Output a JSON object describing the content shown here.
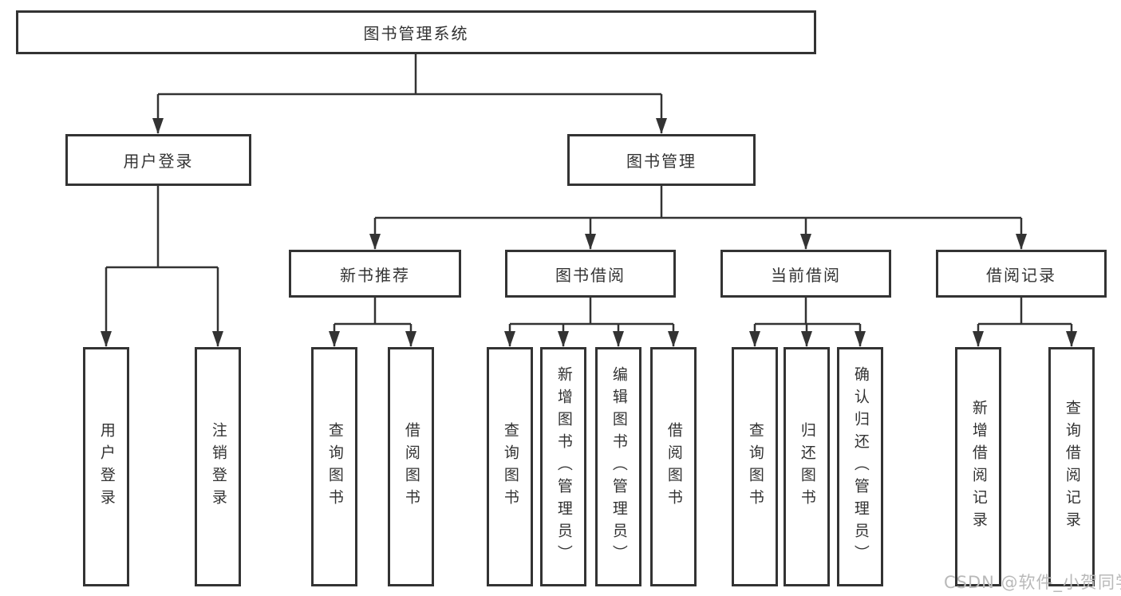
{
  "nodes": {
    "root": {
      "label": "图书管理系统"
    },
    "branches": [
      {
        "label": "用户登录"
      },
      {
        "label": "图书管理"
      }
    ],
    "groups": [
      {
        "label": "新书推荐"
      },
      {
        "label": "图书借阅"
      },
      {
        "label": "当前借阅"
      },
      {
        "label": "借阅记录"
      }
    ],
    "leaves": [
      {
        "label": "用户登录"
      },
      {
        "label": "注销登录"
      },
      {
        "label": "查询图书"
      },
      {
        "label": "借阅图书"
      },
      {
        "label": "查询图书"
      },
      {
        "label": "新增图书（管理员）"
      },
      {
        "label": "编辑图书（管理员）"
      },
      {
        "label": "借阅图书"
      },
      {
        "label": "查询图书"
      },
      {
        "label": "归还图书"
      },
      {
        "label": "确认归还（管理员）"
      },
      {
        "label": "新增借阅记录"
      },
      {
        "label": "查询借阅记录"
      }
    ]
  },
  "colors": {
    "line": "#333333",
    "text": "#333333",
    "background": "#ffffff",
    "watermark": "#b9b9b9"
  },
  "watermark": "CSDN @软件_小贺同学"
}
